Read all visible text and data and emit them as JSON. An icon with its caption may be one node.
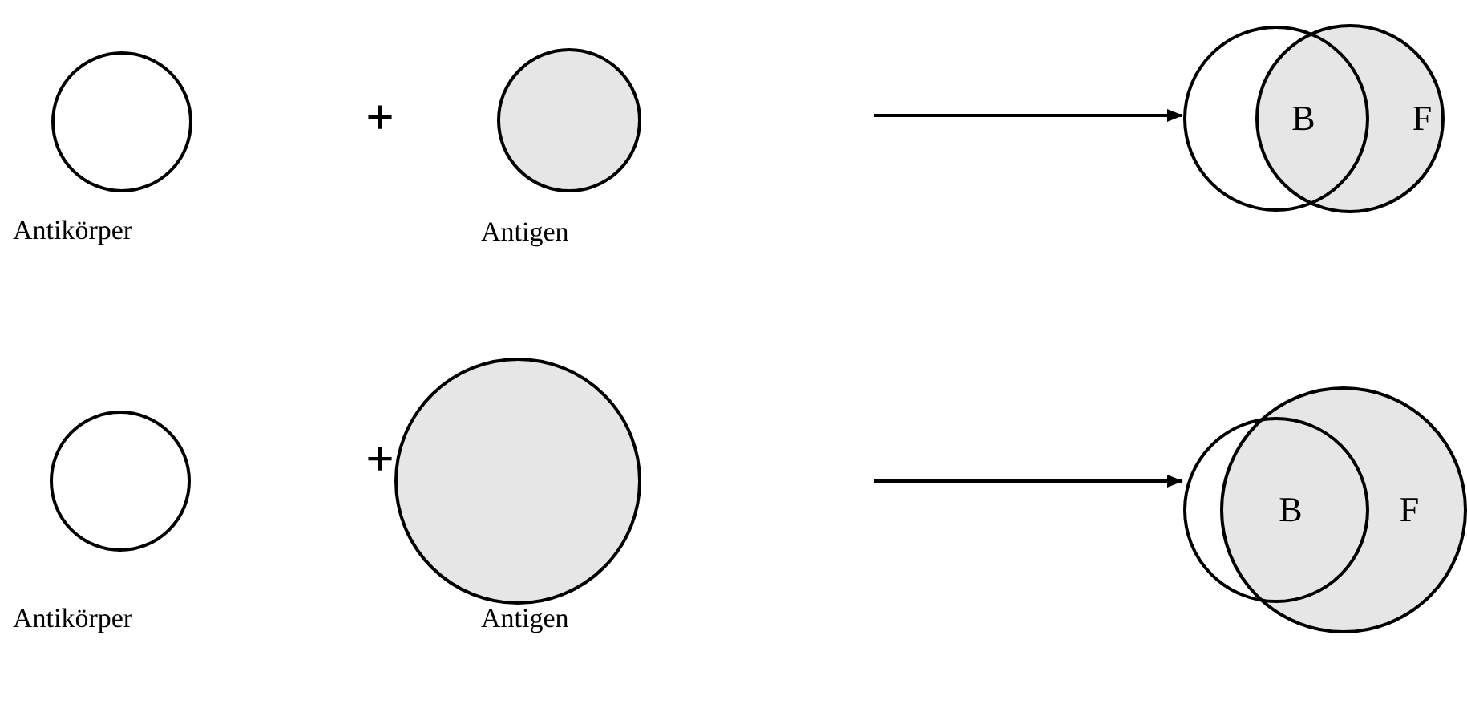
{
  "diagram": {
    "nodes": [
      {
        "text": [],
        "shape": "circle",
        "beside": [
          "Antikörper"
        ]
      },
      {
        "text": [],
        "shape": "circle",
        "beside": [
          "Antigen"
        ]
      },
      {
        "text": [
          "B",
          "F"
        ]
      },
      {
        "text": [],
        "shape": "circle",
        "beside": [
          "Antikörper"
        ]
      },
      {
        "text": [],
        "shape": "circle",
        "beside": [
          "Antigen"
        ]
      },
      {
        "text": [
          "B",
          "F"
        ]
      }
    ],
    "edges": [
      {
        "from": null,
        "to": 2,
        "arrow": "to"
      },
      {
        "from": null,
        "to": 5,
        "arrow": "to"
      }
    ],
    "labels": [
      "+",
      "+"
    ]
  }
}
